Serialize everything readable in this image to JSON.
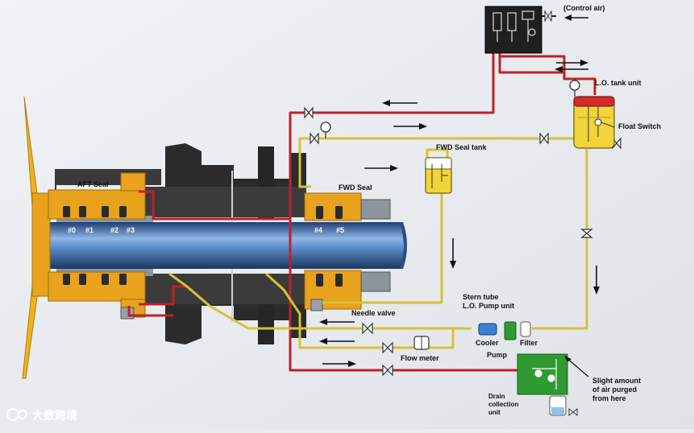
{
  "labels": {
    "control_air": "(Control air)",
    "lo_tank_unit": "L.O. tank unit",
    "float_switch": "Float Switch",
    "fwd_seal_tank": "FWD Seal tank",
    "aft_seal": "AFT Seal",
    "fwd_seal": "FWD Seal",
    "ring_0": "#0",
    "ring_1": "#1",
    "ring_2": "#2",
    "ring_3": "#3",
    "ring_4": "#4",
    "ring_5": "#5",
    "stern_tube_line1": "Stern tube",
    "stern_tube_line2": "L.O. Pump unit",
    "needle_valve": "Needle valve",
    "cooler": "Cooler",
    "filter": "Filter",
    "pump": "Pump",
    "flow_meter": "Flow meter",
    "drain_line1": "Drain",
    "drain_line2": "collection",
    "drain_line3": "unit",
    "slight_line1": "Slight amount",
    "slight_line2": "of  air purged",
    "slight_line3": "from here",
    "watermark": "大数跨境"
  },
  "colors": {
    "background": "#e9ecef",
    "red_line": "#c0202a",
    "yellow_line": "#d6c23a",
    "seal_orange": "#e8a21c",
    "propeller": "#f0b11a",
    "shaft_blue": "#3d6fb0",
    "hull_dark": "#2b2b2b",
    "drain_green": "#2f9a32",
    "tank_yellow": "#f2d43a"
  }
}
